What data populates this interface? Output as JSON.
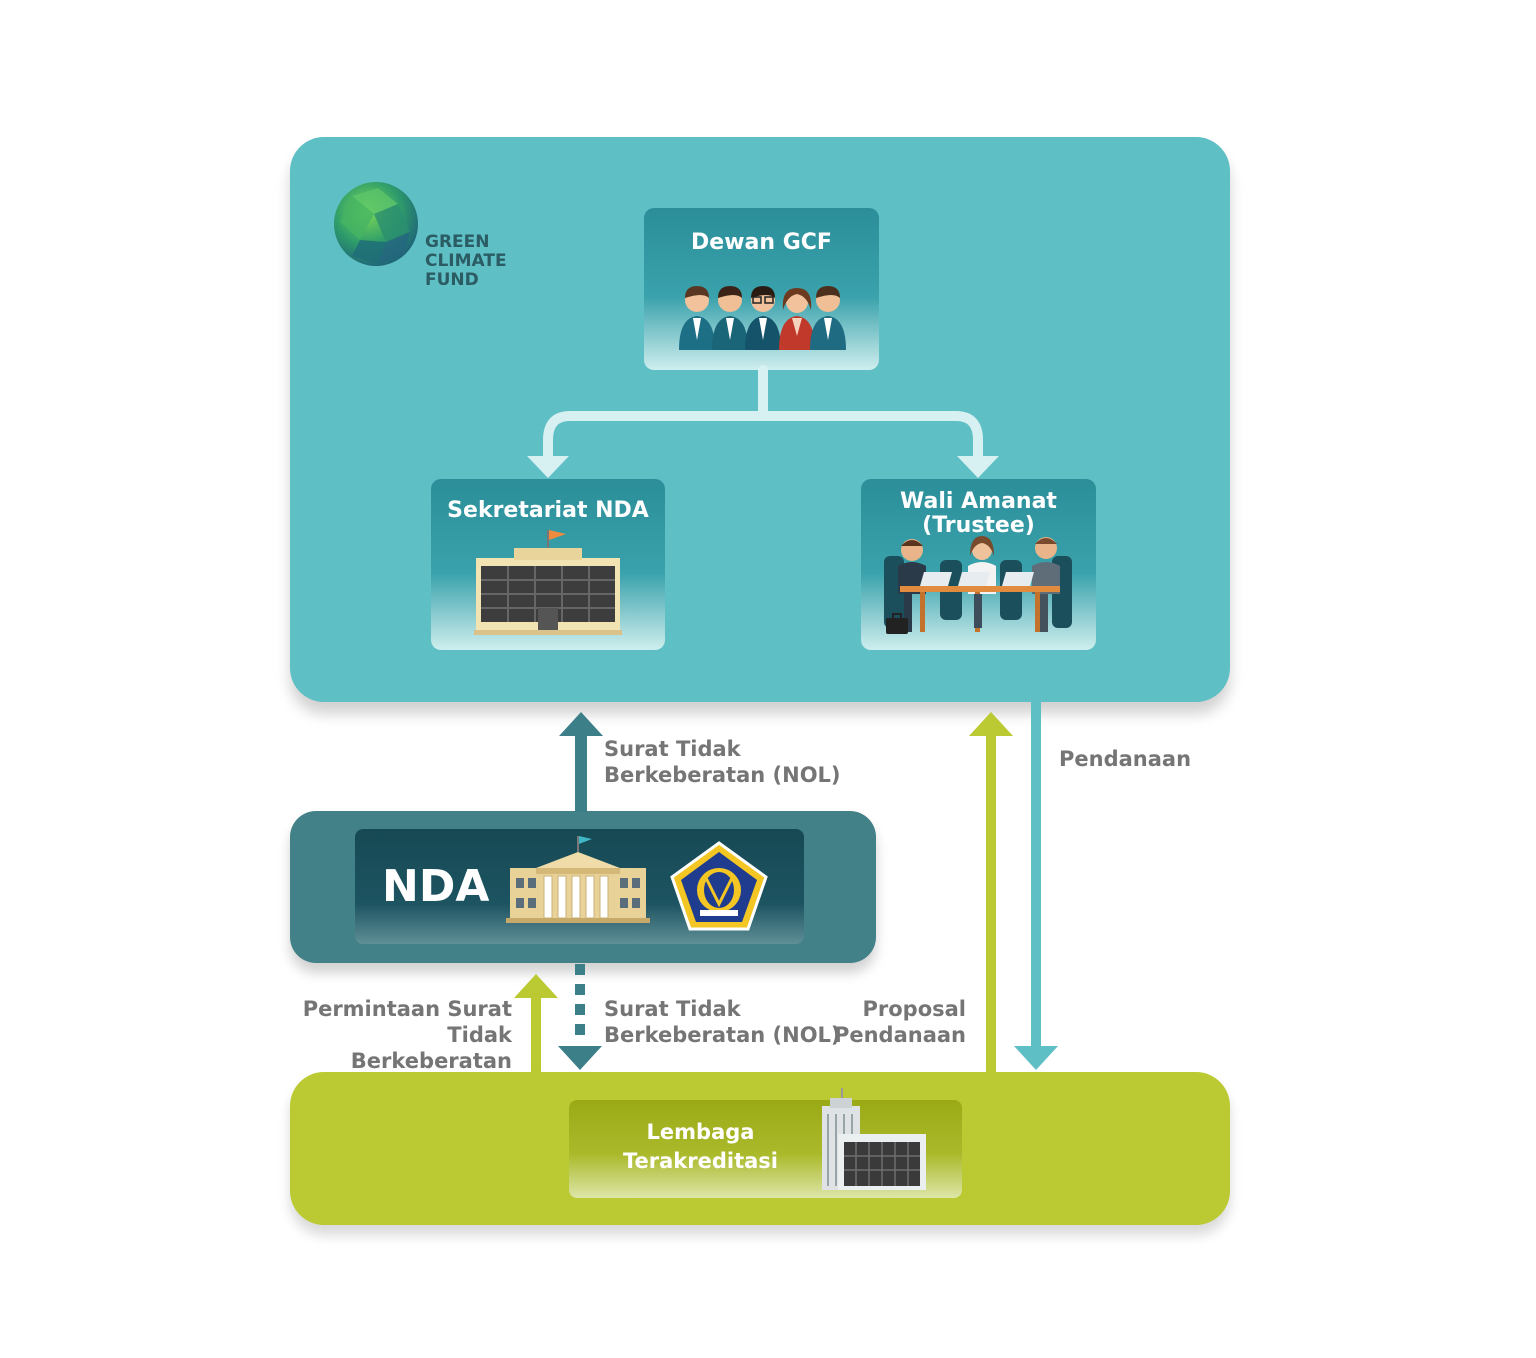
{
  "logo": {
    "line1": "GREEN",
    "line2": "CLIMATE",
    "line3": "FUND"
  },
  "gcf_panel": {
    "board": {
      "title": "Dewan GCF"
    },
    "secretariat": {
      "title": "Sekretariat NDA"
    },
    "trustee": {
      "title_line1": "Wali Amanat",
      "title_line2": "(Trustee)"
    }
  },
  "nda_panel": {
    "title": "NDA"
  },
  "accredited_panel": {
    "title_line1": "Lembaga",
    "title_line2": "Terakreditasi"
  },
  "flows": {
    "nol_up": {
      "line1": "Surat Tidak",
      "line2": "Berkeberatan (NOL)"
    },
    "funding": {
      "label": "Pendanaan"
    },
    "nol_request": {
      "line1": "Permintaan Surat",
      "line2": "Tidak Berkeberatan"
    },
    "nol_down": {
      "line1": "Surat Tidak",
      "line2": "Berkeberatan (NOL)"
    },
    "proposal": {
      "line1": "Proposal",
      "line2": "Pendanaan"
    }
  },
  "colors": {
    "gcf_panel": "#5ebfc5",
    "nda_panel": "#438189",
    "accredited_panel": "#bbc932",
    "arrow_teal_dark": "#3d7f88",
    "arrow_teal_light": "#5ebfc5",
    "arrow_lime": "#bbc932",
    "connector_light": "#d7f0f1",
    "label_gray": "#757575"
  }
}
